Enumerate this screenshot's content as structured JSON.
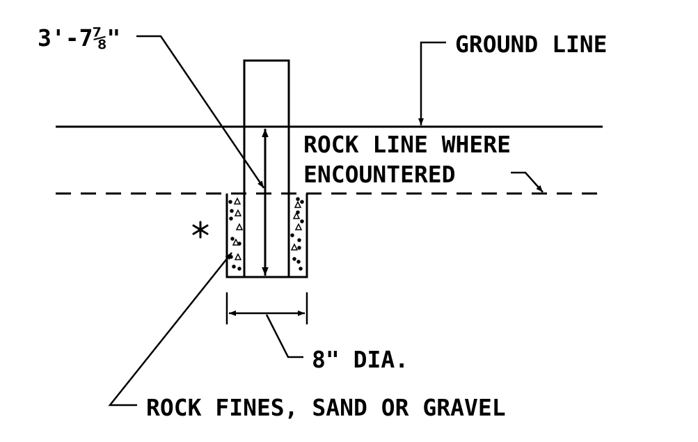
{
  "drawing": {
    "dimension_label": "3'-7⅞\"",
    "ground_line_label": "GROUND LINE",
    "rock_line_label_line1": "ROCK LINE WHERE",
    "rock_line_label_line2": "ENCOUNTERED",
    "diameter_label": "8\" DIA.",
    "backfill_label": "ROCK FINES, SAND OR GRAVEL",
    "note_marker": "*"
  },
  "colors": {
    "ink": "#000000",
    "background": "#ffffff"
  }
}
